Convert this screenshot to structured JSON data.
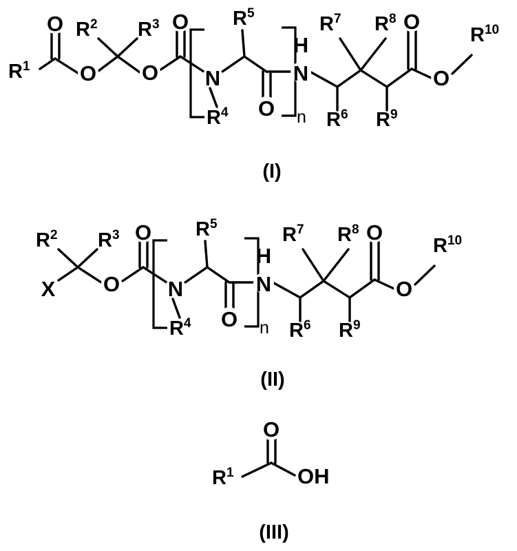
{
  "document": {
    "type": "chemical-structure-sheet",
    "background_color": "#ffffff",
    "ink_color": "#000000",
    "structure_count": 3
  },
  "structures": [
    {
      "id": "formula-1",
      "label": "(I)",
      "description": "Polymeric carbamate / peptide ester structure with repeating unit n",
      "atom_labels": [
        "O",
        "O",
        "O",
        "O",
        "N",
        "H",
        "N",
        "O",
        "O",
        "O"
      ],
      "repeat_subscript": "n",
      "r_groups": [
        {
          "name": "R1",
          "base": "R",
          "sup": "1"
        },
        {
          "name": "R2",
          "base": "R",
          "sup": "2"
        },
        {
          "name": "R3",
          "base": "R",
          "sup": "3"
        },
        {
          "name": "R4",
          "base": "R",
          "sup": "4"
        },
        {
          "name": "R5",
          "base": "R",
          "sup": "5"
        },
        {
          "name": "R6",
          "base": "R",
          "sup": "6"
        },
        {
          "name": "R7",
          "base": "R",
          "sup": "7"
        },
        {
          "name": "R8",
          "base": "R",
          "sup": "8"
        },
        {
          "name": "R9",
          "base": "R",
          "sup": "9"
        },
        {
          "name": "R10",
          "base": "R",
          "sup": "10"
        }
      ]
    },
    {
      "id": "formula-2",
      "label": "(II)",
      "description": "Analogous structure with X leaving group replacing the R1-acyloxy terminus",
      "atom_labels": [
        "X",
        "O",
        "O",
        "N",
        "H",
        "N",
        "O",
        "O",
        "O"
      ],
      "repeat_subscript": "n",
      "r_groups": [
        {
          "name": "R2",
          "base": "R",
          "sup": "2"
        },
        {
          "name": "R3",
          "base": "R",
          "sup": "3"
        },
        {
          "name": "R4",
          "base": "R",
          "sup": "4"
        },
        {
          "name": "R5",
          "base": "R",
          "sup": "5"
        },
        {
          "name": "R6",
          "base": "R",
          "sup": "6"
        },
        {
          "name": "R7",
          "base": "R",
          "sup": "7"
        },
        {
          "name": "R8",
          "base": "R",
          "sup": "8"
        },
        {
          "name": "R9",
          "base": "R",
          "sup": "9"
        },
        {
          "name": "R10",
          "base": "R",
          "sup": "10"
        }
      ]
    },
    {
      "id": "formula-3",
      "label": "(III)",
      "description": "Carboxylic acid R1-COOH",
      "atom_labels": [
        "O",
        "OH"
      ],
      "r_groups": [
        {
          "name": "R1",
          "base": "R",
          "sup": "1"
        }
      ]
    }
  ],
  "atoms": {
    "oxygen": "O",
    "nitrogen": "N",
    "hydrogen": "H",
    "hydroxyl": "OH",
    "halide_x": "X"
  },
  "text": {
    "r1": "R",
    "r1_sup": "1",
    "r2": "R",
    "r2_sup": "2",
    "r3": "R",
    "r3_sup": "3",
    "r4": "R",
    "r4_sup": "4",
    "r5": "R",
    "r5_sup": "5",
    "r6": "R",
    "r6_sup": "6",
    "r7": "R",
    "r7_sup": "7",
    "r8": "R",
    "r8_sup": "8",
    "r9": "R",
    "r9_sup": "9",
    "r10": "R",
    "r10_sup": "10",
    "n_subscript": "n",
    "label_1": "(I)",
    "label_2": "(II)",
    "label_3": "(III)",
    "o": "O",
    "n": "N",
    "h": "H",
    "oh": "OH",
    "x": "X"
  }
}
